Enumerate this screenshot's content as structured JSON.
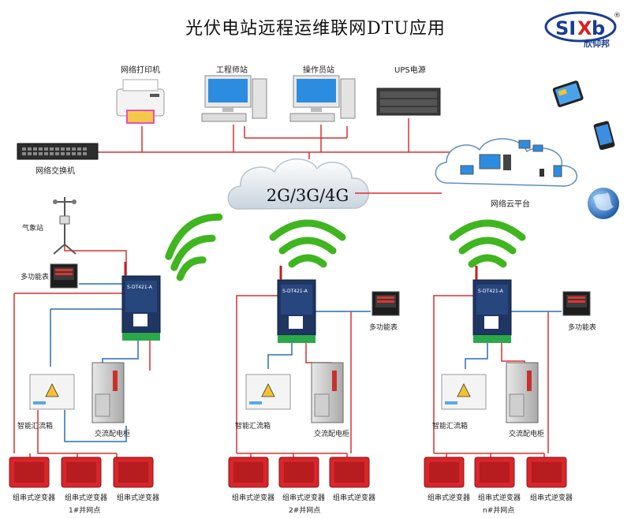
{
  "title": "光伏电站远程运维联网DTU应用",
  "logo": {
    "mark": "SIXB",
    "name": "欣仰邦",
    "registered": "®"
  },
  "cloud_text": "2G/3G/4G",
  "top_devices": {
    "printer": "网络打印机",
    "engineer_station": "工程师站",
    "operator_station": "操作员站",
    "ups": "UPS电源",
    "switch": "网络交换机",
    "cloud_platform": "网络云平台"
  },
  "site": {
    "weather_station": "气象站",
    "meter": "多功能表",
    "combiner_box": "智能汇流箱",
    "ac_cabinet": "交流配电柜",
    "inverter": "组串式逆变器",
    "dtu_model": "S-DT421-A"
  },
  "grid_points": [
    "1#并网点",
    "2#并网点",
    "n#并网点"
  ],
  "colors": {
    "wave": "#3fb51f",
    "line": "#d93030",
    "line2": "#2a6db5",
    "inverter": "#d8262b"
  }
}
